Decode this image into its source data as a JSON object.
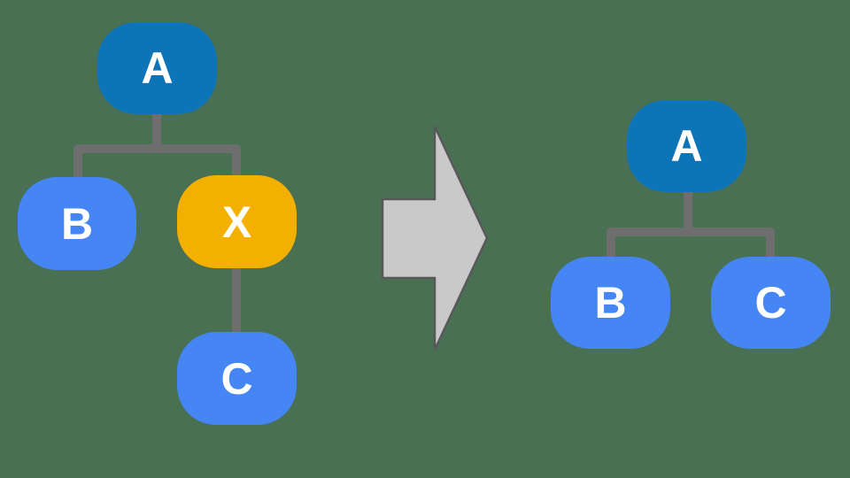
{
  "diagram": {
    "type": "tree-transformation",
    "colors": {
      "background": "#497052",
      "node_root": "#0e74b8",
      "node_child": "#4686f4",
      "node_removed": "#f4b000",
      "node_label": "#ffffff",
      "connector": "#6e6e6e",
      "arrow_fill": "#c9c9c9",
      "arrow_outline": "#58585b"
    },
    "before_tree": {
      "nodes": [
        {
          "label": "A",
          "role": "root"
        },
        {
          "label": "B",
          "role": "child"
        },
        {
          "label": "X",
          "role": "removed"
        },
        {
          "label": "C",
          "role": "child"
        }
      ],
      "edges": [
        "A-B",
        "A-X",
        "X-C"
      ]
    },
    "arrow": {
      "direction": "right"
    },
    "after_tree": {
      "nodes": [
        {
          "label": "A",
          "role": "root"
        },
        {
          "label": "B",
          "role": "child"
        },
        {
          "label": "C",
          "role": "child"
        }
      ],
      "edges": [
        "A-B",
        "A-C"
      ]
    }
  }
}
